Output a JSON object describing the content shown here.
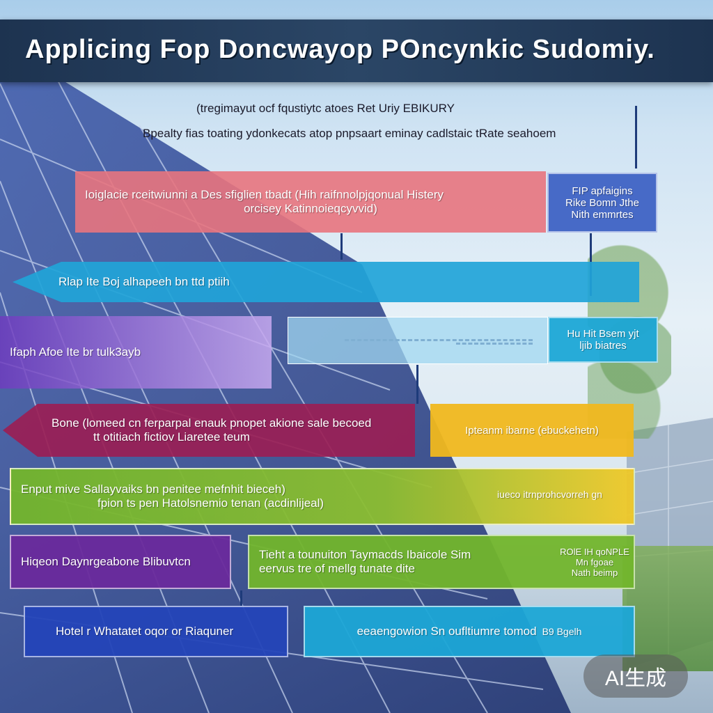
{
  "title": "Applicing Fop Doncwayop POncynkic Sudomiy.",
  "subtitles": [
    "(tregimayut ocf fqustiytc atoes Ret Uriy EBIKURY",
    "Bpealty fias toating ydonkecats atop pnpsaart eminay cadlstaic tRate seahoem"
  ],
  "boxes": {
    "b1": [
      "Ioiglacie rceitwiunni a Des sfiglien tbadt (Hih raifnnolpjqonual Histery",
      "orcisey Katinnoieqcyvvid)"
    ],
    "b1s": [
      "FIP apfaigins",
      "Rike Bomn Jthe",
      "Nith emmrtes"
    ],
    "b2": [
      "Rlap Ite Boj alhapeeh bn ttd ptiih"
    ],
    "b3": [
      "Ifaph Afoe Ite br tulk3ayb"
    ],
    "b4s": [
      "Hu Hit Bsem yjt",
      "ljib biatres"
    ],
    "b5": [
      "Bone (lomeed cn ferparpal enauk pnopet akione sale becoed",
      "tt otitiach fictiov Liaretee teum"
    ],
    "b5s": [
      "Ipteanm ibarne (ebuckehetn)"
    ],
    "b6": [
      "Enput mive Sallayvaiks bn penitee mefnhit bieceh)",
      "fpion ts pen Hatolsnemio tenan (acdinlijeal)"
    ],
    "b6s": [
      "iueco itrnprohcvorreh gn"
    ],
    "b7": [
      "Hiqeon Daynrgeabone Blibuvtcn"
    ],
    "b8": [
      "Tieht a tounuiton Taymacds Ibaicole Sim",
      "eervus tre of mellg tunate dite"
    ],
    "b8s": [
      "ROlE IH qoNPLE",
      "Mn fgoae",
      "Nath beimp"
    ],
    "b9": [
      "Hotel r Whatatet oqor or Riaquner"
    ],
    "b10": [
      "eeaengowion Sn oufltiumre tomod",
      "B9 Bgelh"
    ]
  },
  "watermark": "AI生成",
  "colors": {
    "pink": "#e8747e",
    "blue": "#3f63c4",
    "cyan": "#21a4d8",
    "purple": "#8a4fd0",
    "magenta": "#9a1e55",
    "yellow": "#f0b81e",
    "green": "#72b52c",
    "violet": "#6a2a9c",
    "navy": "#2444b8",
    "teal": "#1ca6d6"
  }
}
